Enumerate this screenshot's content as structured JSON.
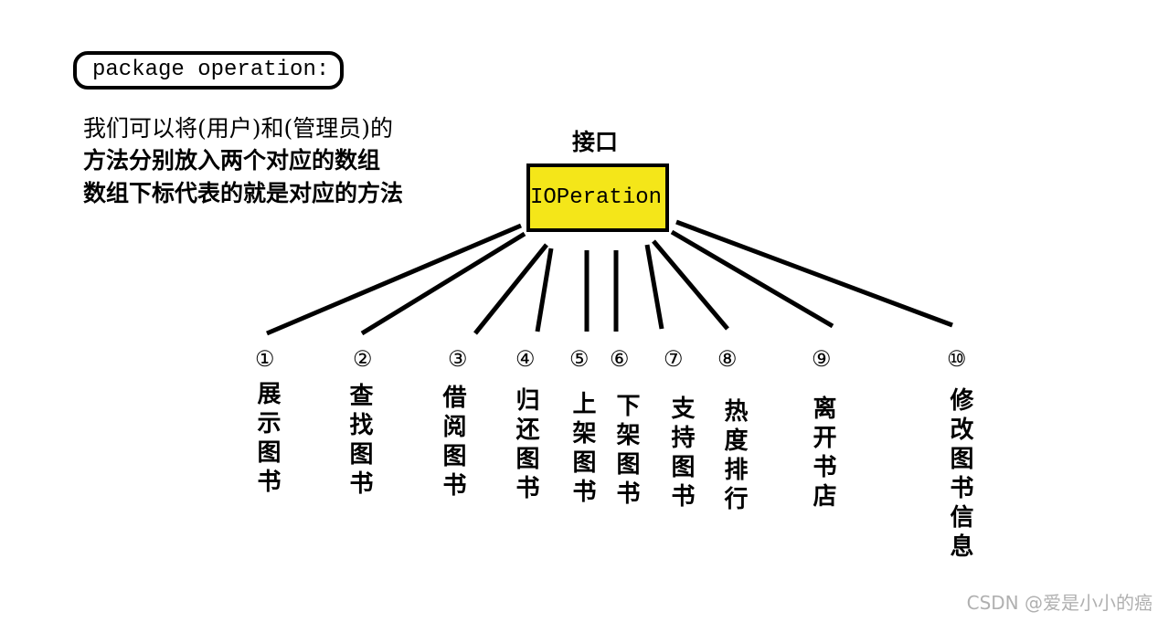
{
  "package_title": "package operation:",
  "description": {
    "line1": "我们可以将(用户)和(管理员)的",
    "line2": "方法分别放入两个对应的数组",
    "line3": "数组下标代表的就是对应的方法"
  },
  "interface": {
    "label": "接口",
    "name": "IOPeration"
  },
  "operations": [
    {
      "num": "①",
      "label": "展示图书"
    },
    {
      "num": "②",
      "label": "查找图书"
    },
    {
      "num": "③",
      "label": "借阅图书"
    },
    {
      "num": "④",
      "label": "归还图书"
    },
    {
      "num": "⑤",
      "label": "上架图书"
    },
    {
      "num": "⑥",
      "label": "下架图书"
    },
    {
      "num": "⑦",
      "label": "支持图书"
    },
    {
      "num": "⑧",
      "label": "热度排行"
    },
    {
      "num": "⑨",
      "label": "离开书店"
    },
    {
      "num": "⑩",
      "label": "修改图书信息"
    }
  ],
  "watermark": "CSDN @爱是小小的癌",
  "colors": {
    "interface_fill": "#f4e619",
    "watermark": "#b0b0b0"
  }
}
